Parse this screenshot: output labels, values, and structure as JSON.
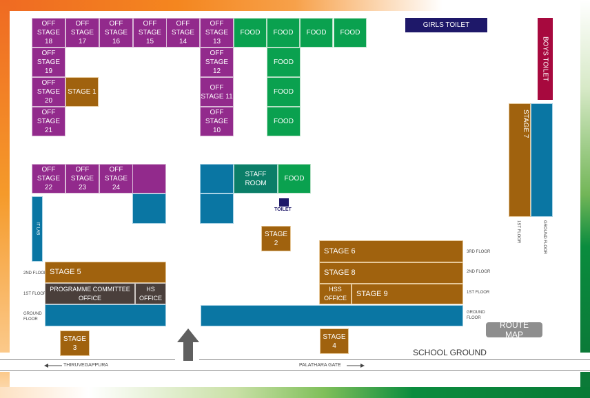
{
  "colors": {
    "off_stage": "#922a8c",
    "food": "#0aa14f",
    "stage": "#a0620e",
    "building": "#0a76a3",
    "staff_room": "#0b7e68",
    "office": "#4a3f3b",
    "girls_toilet": "#1e1869",
    "boys_toilet": "#a7093e",
    "route_map_button": "#8e8e8e"
  },
  "top_row": [
    {
      "line1": "OFF",
      "line2": "STAGE 18"
    },
    {
      "line1": "OFF",
      "line2": "STAGE 17"
    },
    {
      "line1": "OFF",
      "line2": "STAGE 16"
    },
    {
      "line1": "OFF",
      "line2": "STAGE 15"
    },
    {
      "line1": "OFF",
      "line2": "STAGE 14"
    },
    {
      "line1": "OFF",
      "line2": "STAGE 13"
    }
  ],
  "left_column": [
    {
      "line1": "OFF",
      "line2": "STAGE 19"
    },
    {
      "line1": "OFF",
      "line2": "STAGE 20"
    },
    {
      "line1": "OFF",
      "line2": "STAGE 21"
    }
  ],
  "right_column": [
    {
      "line1": "OFF",
      "line2": "STAGE 12"
    },
    {
      "line1": "OFF",
      "line2": "STAGE 11"
    },
    {
      "line1": "OFF",
      "line2": "STAGE 10"
    }
  ],
  "food_row": [
    "FOOD",
    "FOOD",
    "FOOD",
    "FOOD"
  ],
  "food_column": [
    "FOOD",
    "FOOD",
    "FOOD"
  ],
  "stage1": "STAGE 1",
  "girls_toilet": "GIRLS TOILET",
  "boys_toilet": "BOYS TOILET",
  "stage7": "STAGE 7",
  "stage7_floors": {
    "first": "1ST FLOOR",
    "ground": "GROUND FLOOR"
  },
  "mid_left_row": [
    {
      "line1": "OFF",
      "line2": "STAGE 22"
    },
    {
      "line1": "OFF",
      "line2": "STAGE 23"
    },
    {
      "line1": "OFF",
      "line2": "STAGE 24"
    }
  ],
  "it_lab": "IT LAB",
  "staff_room": "STAFF ROOM",
  "staff_food": "FOOD",
  "toilet": "TOILET",
  "stage2": "STAGE 2",
  "left_building": {
    "floors": {
      "second": "2ND FLOOR",
      "first": "1ST FLOOR",
      "ground": "GROUND FLOOR"
    },
    "stage5": "STAGE 5",
    "programme_office": "PROGRAMME COMMITTEE OFFICE",
    "hs_office": "HS OFFICE"
  },
  "stage3": "STAGE 3",
  "right_building": {
    "floors": {
      "third": "3RD FLOOR",
      "second": "2ND FLOOR",
      "first": "1ST FLOOR",
      "ground": "GROUND FLOOR"
    },
    "stage6": "STAGE 6",
    "stage8": "STAGE 8",
    "hss_office": "HSS OFFICE",
    "stage9": "STAGE 9"
  },
  "stage4": "STAGE 4",
  "route_map": "ROUTE MAP",
  "school_ground": "SCHOOL GROUND",
  "road_left": "THIRUVEGAPPURA",
  "road_right": "PALATHARA GATE",
  "entrance_icon": "up-arrow-icon"
}
